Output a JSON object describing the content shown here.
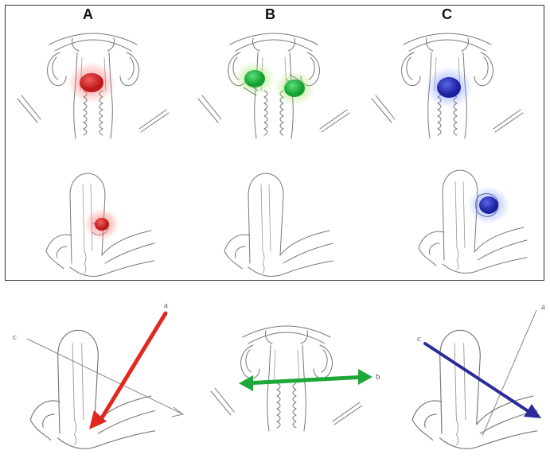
{
  "panels": {
    "a": {
      "label": "A",
      "marker_color": "#d92b2b"
    },
    "b": {
      "label": "B",
      "marker_color": "#22b83a"
    },
    "c": {
      "label": "C",
      "marker_color": "#2a2fb0"
    }
  },
  "vectors": {
    "red": {
      "color": "#e0281e",
      "start_label": "a",
      "cross_label": "c"
    },
    "green": {
      "color": "#1ea83a",
      "end_label": "b"
    },
    "blue": {
      "color": "#2a2a9a",
      "start_label": "c",
      "cross_label": "a"
    }
  }
}
